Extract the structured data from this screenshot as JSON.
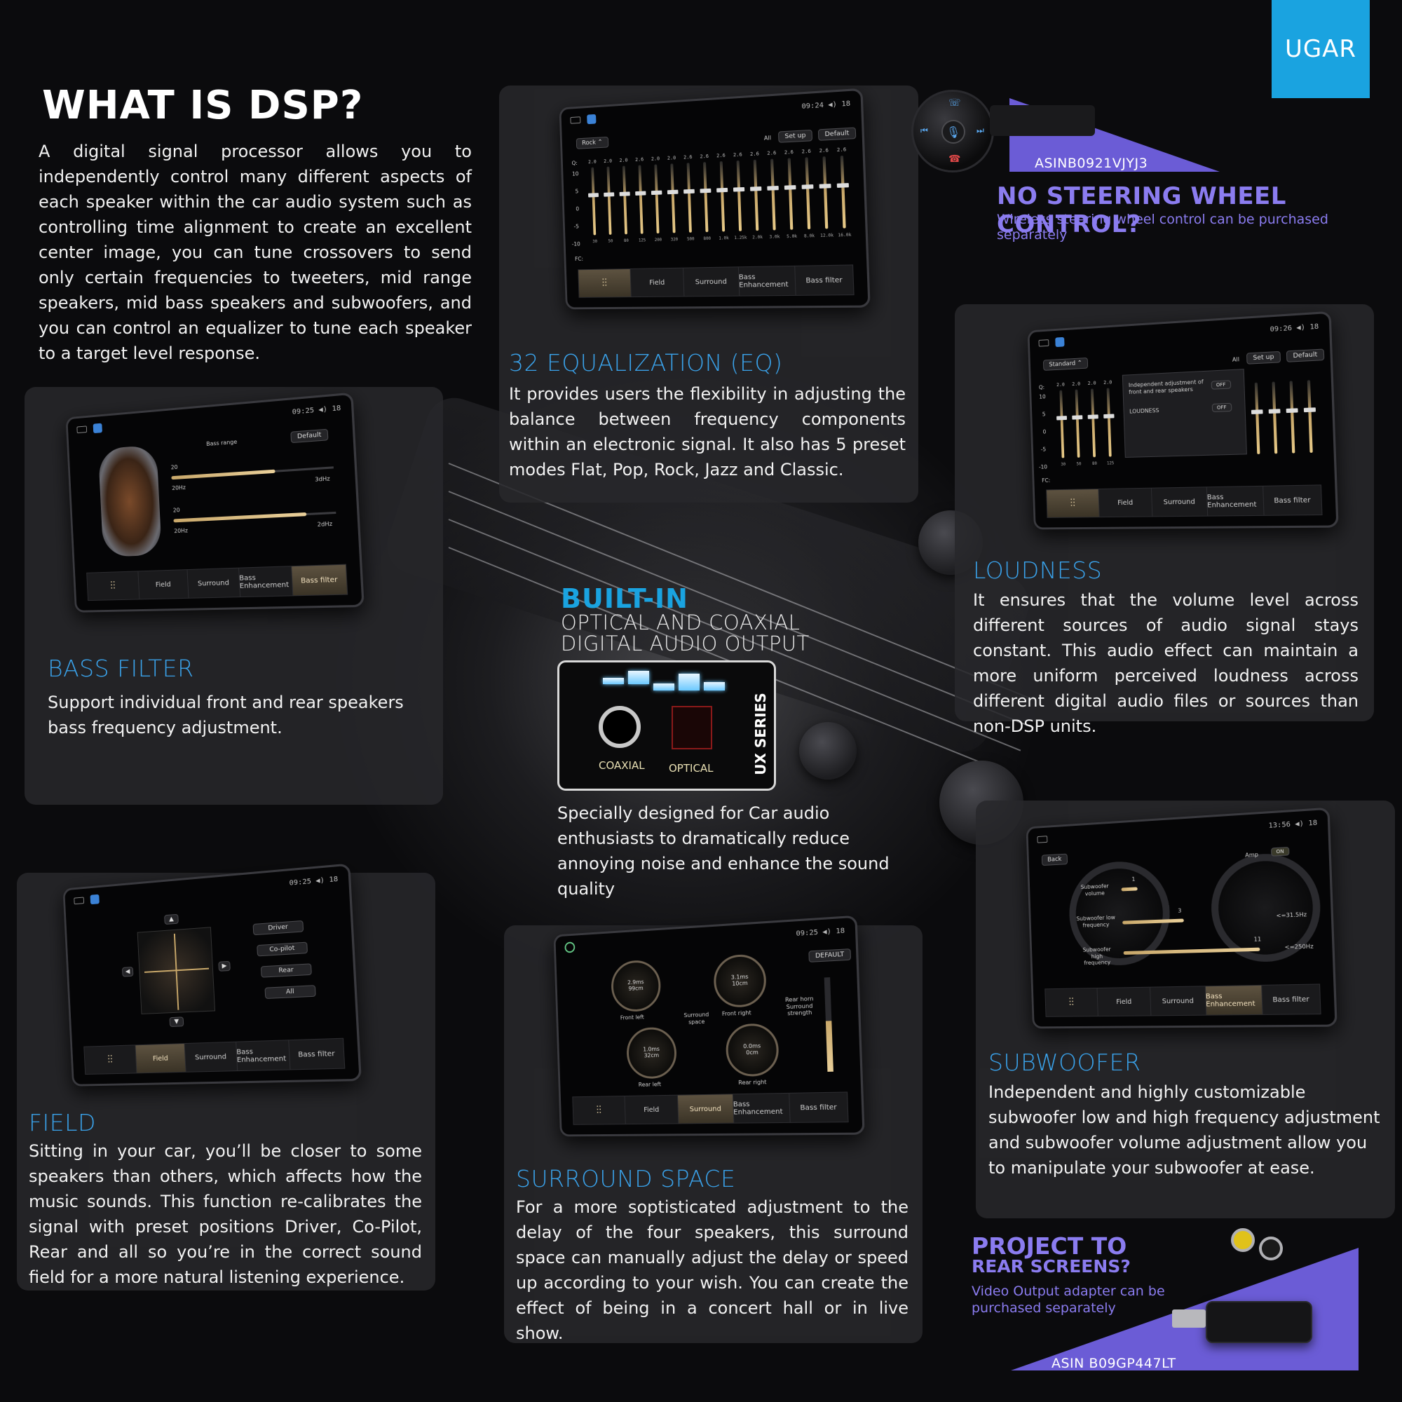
{
  "brand": {
    "logo_text": "UGAR",
    "accent": "#1aa3e0",
    "purple": "#6b5cd6"
  },
  "intro": {
    "title": "WHAT IS DSP?",
    "body": "A digital signal processor allows you to independently control many different aspects of each speaker within the car audio system such as controlling time alignment to create an excellent center image, you can tune crossovers to send only certain frequencies to tweeters, mid range speakers, mid bass speakers and subwoofers, and you can control an equalizer to tune each speaker to a target level response."
  },
  "eq": {
    "heading": "32 EQUALIZATION (EQ)",
    "body": "It provides users the flexibility in adjusting the balance between frequency components within an electronic signal. It also has 5 preset modes Flat, Pop, Rock, Jazz and Classic.",
    "screen": {
      "preset": "Rock ⌃",
      "clock": "09:24 ◀) 18",
      "buttons": [
        "All",
        "Set up",
        "Default"
      ],
      "q_label": "Q:",
      "fc_label": "FC:",
      "y_labels": [
        "10",
        "5",
        "0",
        "-5",
        "-10"
      ],
      "q_values": [
        "2.0",
        "2.0",
        "2.0",
        "2.6",
        "2.0",
        "2.0",
        "2.6",
        "2.6",
        "2.6",
        "2.6",
        "2.6",
        "2.6",
        "2.6",
        "2.6",
        "2.6",
        "2.6"
      ],
      "fc_values": [
        "30",
        "50",
        "80",
        "125",
        "200",
        "320",
        "500",
        "800",
        "1.0k",
        "1.25k",
        "2.0k",
        "3.0k",
        "5.0k",
        "8.0k",
        "12.0k",
        "16.0k"
      ],
      "tabs": [
        "Field",
        "Surround",
        "Bass Enhancement",
        "Bass filter"
      ]
    }
  },
  "steering": {
    "asin": "ASINB0921VJYJ3",
    "title": "NO STEERING WHEEL CONTROL?",
    "subtitle": "Wireless steering wheel control can be purchased separately"
  },
  "bass_filter": {
    "heading": "BASS FILTER",
    "body": "Support individual front and rear speakers bass frequency adjustment.",
    "screen": {
      "clock": "09:25 ◀) 18",
      "title": "Bass range",
      "default_btn": "Default",
      "bar1_value": "20",
      "bar1_min": "20Hz",
      "bar1_max": "3dHz",
      "bar2_value": "20",
      "bar2_min": "20Hz",
      "bar2_max": "2dHz",
      "tabs": [
        "Field",
        "Surround",
        "Bass Enhancement",
        "Bass filter"
      ]
    }
  },
  "loudness": {
    "heading": "LOUDNESS",
    "body": "It ensures that the volume level across different sources of audio signal stays constant. This audio effect can maintain a more uniform perceived loudness across different digital audio files or sources than non-DSP units.",
    "screen": {
      "preset": "Standard ⌃",
      "clock": "09:26 ◀) 18",
      "buttons": [
        "All",
        "Set up",
        "Default"
      ],
      "popup_line1": "Independent adjustment of front and rear speakers",
      "popup_off": "OFF",
      "popup_line2": "LOUDNESS",
      "popup_off2": "OFF",
      "tabs": [
        "Field",
        "Surround",
        "Bass Enhancement",
        "Bass filter"
      ],
      "q_label": "Q:",
      "fc_label": "FC:",
      "y_labels": [
        "10",
        "5",
        "0",
        "-5",
        "-10"
      ],
      "fc_values": [
        "30",
        "50",
        "80",
        "125"
      ],
      "q_values": [
        "2.0",
        "2.0",
        "2.0",
        "2.0"
      ]
    }
  },
  "builtin": {
    "title": "BUILT-IN",
    "line1": "OPTICAL AND COAXIAL",
    "line2": "DIGITAL AUDIO OUTPUT",
    "label_coax": "COAXIAL",
    "label_opt": "OPTICAL",
    "series": "UX SERIES",
    "body": "Specially designed for Car audio enthusiasts to dramatically reduce annoying noise and enhance the sound quality"
  },
  "field": {
    "heading": "FIELD",
    "body": "Sitting in your car, you’ll be closer to some speakers than others, which affects how the music sounds. This function re-calibrates the signal with preset positions Driver, Co-Pilot, Rear and all so you’re in the correct sound field for a more natural listening experience.",
    "screen": {
      "clock": "09:25 ◀) 18",
      "options": [
        "Driver",
        "Co-pilot",
        "Rear",
        "All"
      ],
      "tabs": [
        "Field",
        "Surround",
        "Bass Enhancement",
        "Bass filter"
      ]
    }
  },
  "surround": {
    "heading": "SURROUND SPACE",
    "body": "For a more soptisticated adjustment to the delay of the four speakers, this surround space can manually adjust the delay or speed up according to your wish. You can create the effect of being in a concert hall or in live show.",
    "screen": {
      "clock": "09:25 ◀) 18",
      "default_btn": "DEFAULT",
      "dials": [
        {
          "value": "2.9ms\n99cm",
          "label": "Front left"
        },
        {
          "value": "3.1ms\n10cm",
          "label": "Front right"
        },
        {
          "value": "1.0ms\n32cm",
          "label": "Rear left"
        },
        {
          "value": "0.0ms\n0cm",
          "label": "Rear right"
        }
      ],
      "center_label": "Surround space",
      "side_label": "Rear horn Surround strength",
      "tabs": [
        "Field",
        "Surround",
        "Bass Enhancement",
        "Bass filter"
      ]
    }
  },
  "subwoofer": {
    "heading": "SUBWOOFER",
    "body": "Independent and highly customizable subwoofer low and high frequency adjustment and subwoofer volume adjustment allow you to manipulate your subwoofer at ease.",
    "screen": {
      "back_btn": "Back",
      "clock": "13:56 ◀) 18",
      "amp_label": "Amp",
      "amp_state": "ON",
      "rows": [
        {
          "label": "Subwoofer volume",
          "value": "1",
          "end": ""
        },
        {
          "label": "Subwoofer low frequency",
          "value": "3",
          "end": "<=31.5Hz"
        },
        {
          "label": "Subwoofer high frequency",
          "value": "11",
          "end": "<=250Hz"
        }
      ],
      "tabs": [
        "Field",
        "Surround",
        "Bass Enhancement",
        "Bass filter"
      ]
    }
  },
  "rear_screens": {
    "title_line1": "PROJECT TO",
    "title_line2": "REAR SCREENS?",
    "subtitle": "Video Output adapter can be purchased separately",
    "asin": "ASIN B09GP447LT"
  }
}
